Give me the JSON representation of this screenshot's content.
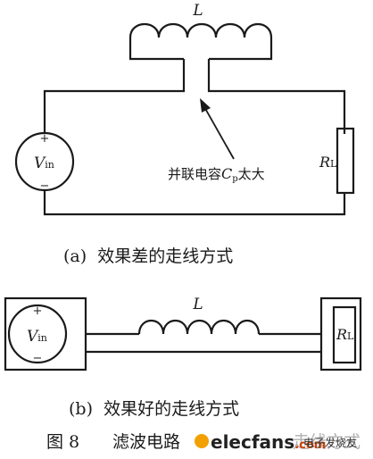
{
  "diagram_a": {
    "inductor_label": "L",
    "source_plus": "+",
    "source_minus": "−",
    "source_label": "V",
    "source_label_sub": "in",
    "resistor_label": "R",
    "resistor_label_sub": "L",
    "annotation_pre": "并联电容",
    "annotation_sym": "C",
    "annotation_sub": "p",
    "annotation_post": "太大",
    "caption": "(a)  效果差的走线方式"
  },
  "diagram_b": {
    "inductor_label": "L",
    "source_plus": "+",
    "source_minus": "−",
    "source_label": "V",
    "source_label_sub": "in",
    "resistor_label": "R",
    "resistor_label_sub": "L",
    "caption": "(b)  效果好的走线方式"
  },
  "figure": {
    "caption_num": "图 8",
    "caption_text": "滤波电路",
    "caption_tail": "走线方式"
  },
  "watermark": {
    "brand": "elecfans",
    "domain": ".com",
    "cn": "电子发烧友"
  }
}
